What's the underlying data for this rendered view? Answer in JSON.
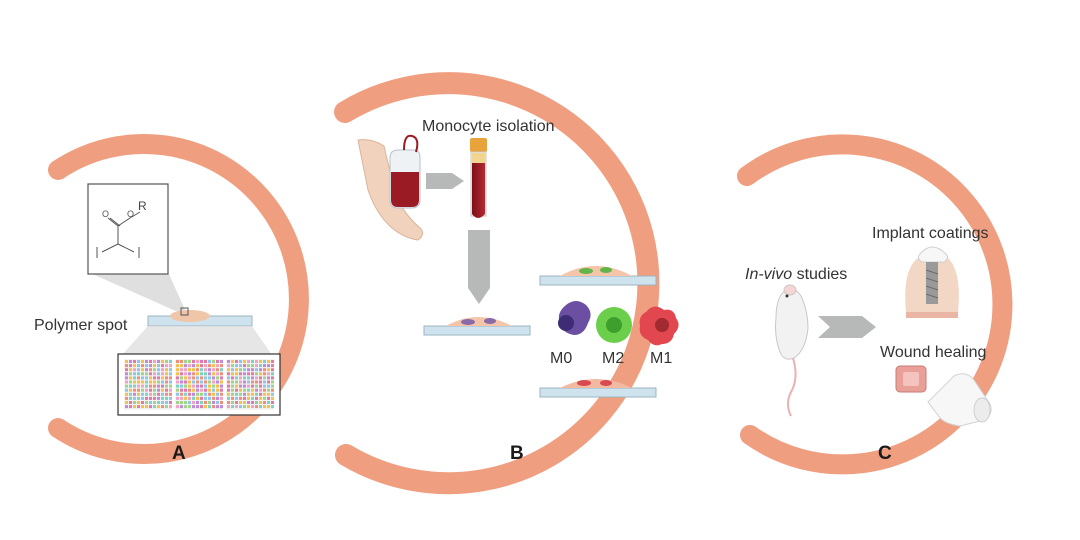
{
  "colors": {
    "ring": "#ef9f80",
    "arrow": "#b7b9b9",
    "blood": "#9b1b24",
    "slide": "#cfe3ee",
    "cell_m0": "#6a4fa3",
    "cell_m2": "#6ccf4c",
    "cell_m1": "#e2474f"
  },
  "panels": {
    "a": {
      "letter": "A",
      "polymer_label": "Polymer spot",
      "structure_label": "R"
    },
    "b": {
      "letter": "B",
      "isolation_label": "Monocyte isolation",
      "cells": [
        "M0",
        "M2",
        "M1"
      ]
    },
    "c": {
      "letter": "C",
      "invivo_italic": "In-vivo",
      "invivo_rest": " studies",
      "implant_label": "Implant coatings",
      "wound_label": "Wound healing"
    }
  }
}
